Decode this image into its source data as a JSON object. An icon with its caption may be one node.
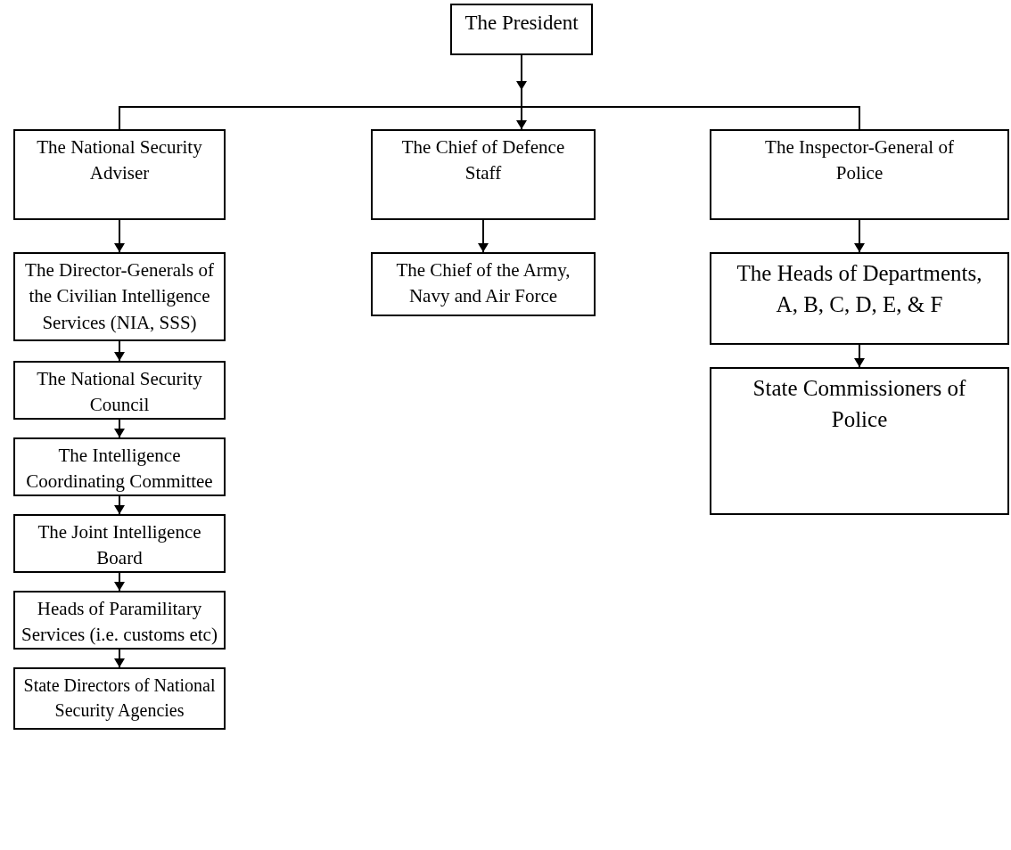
{
  "diagram": {
    "nodes": [
      {
        "text": [
          "The President"
        ]
      },
      {
        "text": [
          "The National Security Adviser"
        ]
      },
      {
        "text": [
          "The Chief of Defence Staff"
        ]
      },
      {
        "text": [
          "The Inspector-General of Police"
        ]
      },
      {
        "text": [
          "The Director-Generals of the Civilian Intelligence Services (NIA, SSS)"
        ]
      },
      {
        "text": [
          "The National Security Council"
        ]
      },
      {
        "text": [
          "The Intelligence Coordinating Committee"
        ]
      },
      {
        "text": [
          "The Joint Intelligence Board"
        ]
      },
      {
        "text": [
          "Heads of Paramilitary Services (i.e. customs etc)"
        ]
      },
      {
        "text": [
          "State Directors of National Security Agencies"
        ]
      },
      {
        "text": [
          "The Chief of the Army, Navy and Air Force"
        ]
      },
      {
        "text": [
          "The Heads of Departments, A, B, C, D, E, & F"
        ]
      },
      {
        "text": [
          "State Commissioners of Police"
        ]
      }
    ],
    "edges": [
      {
        "from": 0,
        "to": 1,
        "arrow": "none"
      },
      {
        "from": 0,
        "to": 2,
        "arrow": "to"
      },
      {
        "from": 0,
        "to": 3,
        "arrow": "none"
      },
      {
        "from": 1,
        "to": 4,
        "arrow": "to"
      },
      {
        "from": 4,
        "to": 5,
        "arrow": "to"
      },
      {
        "from": 5,
        "to": 6,
        "arrow": "to"
      },
      {
        "from": 6,
        "to": 7,
        "arrow": "to"
      },
      {
        "from": 7,
        "to": 8,
        "arrow": "to"
      },
      {
        "from": 8,
        "to": 9,
        "arrow": "to"
      },
      {
        "from": 2,
        "to": 10,
        "arrow": "to"
      },
      {
        "from": 3,
        "to": 11,
        "arrow": "to"
      },
      {
        "from": 11,
        "to": 12,
        "arrow": "to"
      }
    ]
  }
}
